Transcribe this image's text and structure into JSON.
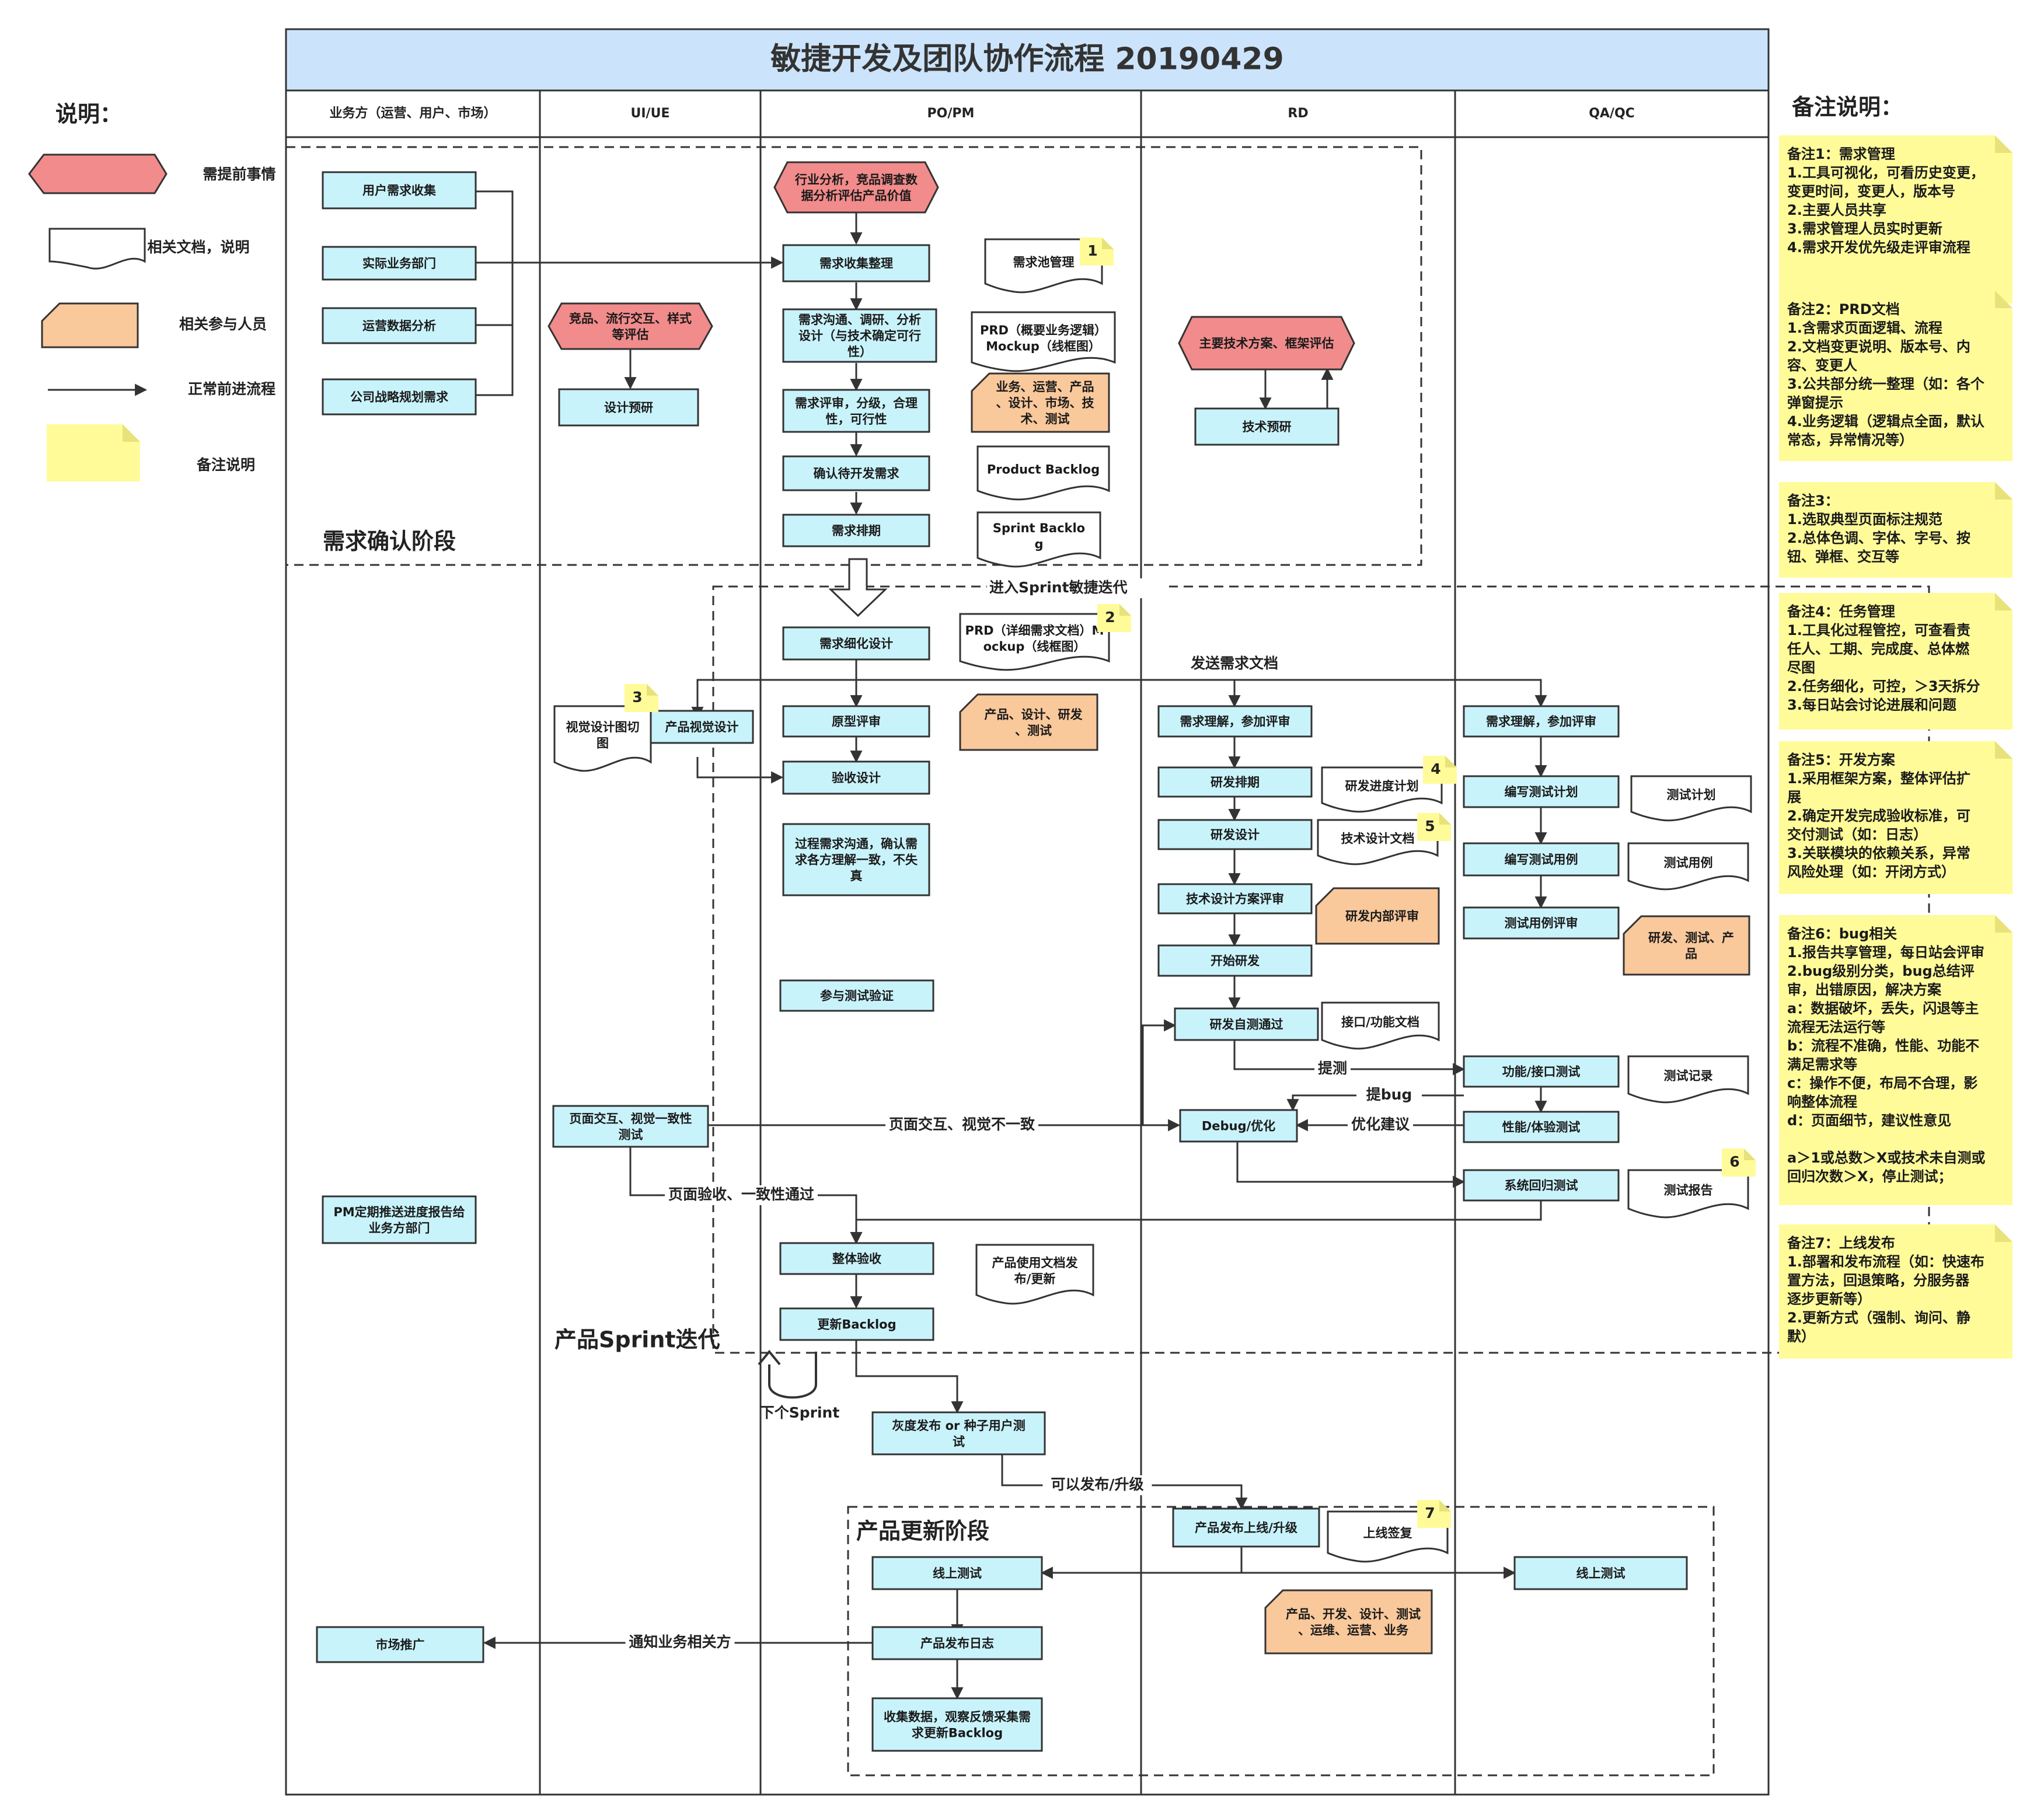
{
  "title": "敏捷开发及团队协作流程 20190429",
  "columns": [
    "业务方（运营、用户、市场）",
    "UI/UE",
    "PO/PM",
    "RD",
    "QA/QC"
  ],
  "legend": {
    "heading": "说明：",
    "items": [
      "需提前事情",
      "相关文档，说明",
      "相关参与人员",
      "正常前进流程",
      "备注说明"
    ]
  },
  "notes_heading": "备注说明：",
  "phases": {
    "confirm": "需求确认阶段",
    "sprint": "产品Sprint迭代",
    "update": "产品更新阶段"
  },
  "processes": {
    "user_demand": "用户需求收集",
    "biz_dept": "实际业务部门",
    "ops_data": "运营数据分析",
    "strategy": "公司战略规划需求",
    "design_research": "设计预研",
    "req_collect": "需求收集整理",
    "req_comm": "需求沟通、调研、分析设计（与技术确定可行性）",
    "req_review": "需求评审，分级，合理性，可行性",
    "confirm_dev": "确认待开发需求",
    "req_schedule": "需求排期",
    "tech_research": "技术预研",
    "req_refine": "需求细化设计",
    "proto_review": "原型评审",
    "accept_design": "验收设计",
    "process_comm": "过程需求沟通，确认需求各方理解一致，不失真",
    "join_test": "参与测试验证",
    "visual_design": "产品视觉设计",
    "page_test": "页面交互、视觉一致性测试",
    "rd_understand": "需求理解，参加评审",
    "rd_schedule": "研发排期",
    "rd_design": "研发设计",
    "tech_review": "技术设计方案评审",
    "start_dev": "开始研发",
    "self_test": "研发自测通过",
    "debug": "Debug/优化",
    "qa_understand": "需求理解，参加评审",
    "write_plan": "编写测试计划",
    "write_cases": "编写测试用例",
    "case_review": "测试用例评审",
    "func_test": "功能/接口测试",
    "perf_test": "性能/体验测试",
    "regression": "系统回归测试",
    "pm_report": "PM定期推送进度报告给业务方部门",
    "overall_accept": "整体验收",
    "update_backlog": "更新Backlog",
    "gray_release": "灰度发布 or 种子用户测试",
    "release": "产品发布上线/升级",
    "online_test_pm": "线上测试",
    "online_test_qa": "线上测试",
    "release_log": "产品发布日志",
    "collect_data": "收集数据，观察反馈采集需求更新Backlog",
    "market": "市场推广"
  },
  "prereqs": {
    "industry": "行业分析，竞品调查数据分析评估产品价值",
    "competitor": "竞品、流行交互、样式等评估",
    "arch": "主要技术方案、框架评估"
  },
  "documents": {
    "req_pool": "需求池管理",
    "prd1": "PRD（概要业务逻辑）Mockup（线框图）",
    "product_backlog": "Product Backlog",
    "sprint_backlog": "Sprint Backlog",
    "prd2": "PRD（详细需求文档）Mockup（线框图）",
    "visual_cut": "视觉设计图切图",
    "rd_progress": "研发进度计划",
    "tech_doc": "技术设计文档",
    "api_doc": "接口/功能文档",
    "test_plan": "测试计划",
    "test_cases": "测试用例",
    "test_record": "测试记录",
    "test_report": "测试报告",
    "usage_doc": "产品使用文档发布/更新",
    "release_sign": "上线签复"
  },
  "people": {
    "p1": "业务、运营、产品、设计、市场、技术、测试",
    "p2": "产品、设计、研发、测试",
    "p3": "研发内部评审",
    "p4": "研发、测试、产品",
    "p5": "产品、开发、设计、测试、运维、运营、业务"
  },
  "markers": [
    "1",
    "2",
    "3",
    "4",
    "5",
    "6",
    "7"
  ],
  "edge_labels": {
    "enter_sprint": "进入Sprint敏捷迭代",
    "send_doc": "发送需求文档",
    "smoke": "提测",
    "bug": "提bug",
    "suggest": "优化建议",
    "inconsistent": "页面交互、视觉不一致",
    "page_accept": "页面验收、一致性通过",
    "next_sprint": "下个Sprint",
    "can_release": "可以发布/升级",
    "notify": "通知业务相关方"
  },
  "notes": [
    {
      "title": "备注1：需求管理",
      "lines": [
        "1.工具可视化，可看历史变更，",
        "变更时间，变更人，版本号",
        "2.主要人员共享",
        "3.需求管理人员实时更新",
        "4.需求开发优先级走评审流程"
      ]
    },
    {
      "title": "备注2：PRD文档",
      "lines": [
        "1.含需求页面逻辑、流程",
        "2.文档变更说明、版本号、内",
        "容、变更人",
        "3.公共部分统一整理（如：各个",
        "弹窗提示",
        "4.业务逻辑（逻辑点全面，默认",
        "常态，异常情况等）"
      ]
    },
    {
      "title": "备注3：",
      "lines": [
        "1.选取典型页面标注规范",
        "2.总体色调、字体、字号、按",
        "钮、弹框、交互等"
      ]
    },
    {
      "title": "备注4：任务管理",
      "lines": [
        "1.工具化过程管控，可查看责",
        "任人、工期、完成度、总体燃",
        "尽图",
        "2.任务细化，可控，＞3天拆分",
        "3.每日站会讨论进展和问题"
      ]
    },
    {
      "title": "备注5：开发方案",
      "lines": [
        "1.采用框架方案，整体评估扩",
        "展",
        "2.确定开发完成验收标准，可",
        "交付测试（如：日志）",
        "3.关联模块的依赖关系，异常",
        "风险处理（如：开闭方式）"
      ]
    },
    {
      "title": "备注6：bug相关",
      "lines": [
        "1.报告共享管理，每日站会评审",
        "2.bug级别分类，bug总结评",
        "审，出错原因，解决方案",
        "a：数据破坏，丢失，闪退等主",
        "流程无法运行等",
        "b：流程不准确，性能、功能不",
        "满足需求等",
        "c：操作不便，布局不合理，影",
        "响整体流程",
        "d：页面细节，建议性意见",
        "",
        "a＞1或总数＞X或技术未自测或",
        "回归次数＞X，停止测试；"
      ]
    },
    {
      "title": "备注7：上线发布",
      "lines": [
        "1.部署和发布流程（如：快速布",
        "置方法，回退策略，分服务器",
        "逐步更新等）",
        "2.更新方式（强制、询问、静",
        "默）"
      ]
    }
  ],
  "colors": {
    "process_fill": "#c9f3fb",
    "prereq_fill": "#f28b8b",
    "people_fill": "#f9c89b",
    "note_fill": "#fffb99",
    "header_fill": "#cce4fb",
    "border": "#333333"
  }
}
